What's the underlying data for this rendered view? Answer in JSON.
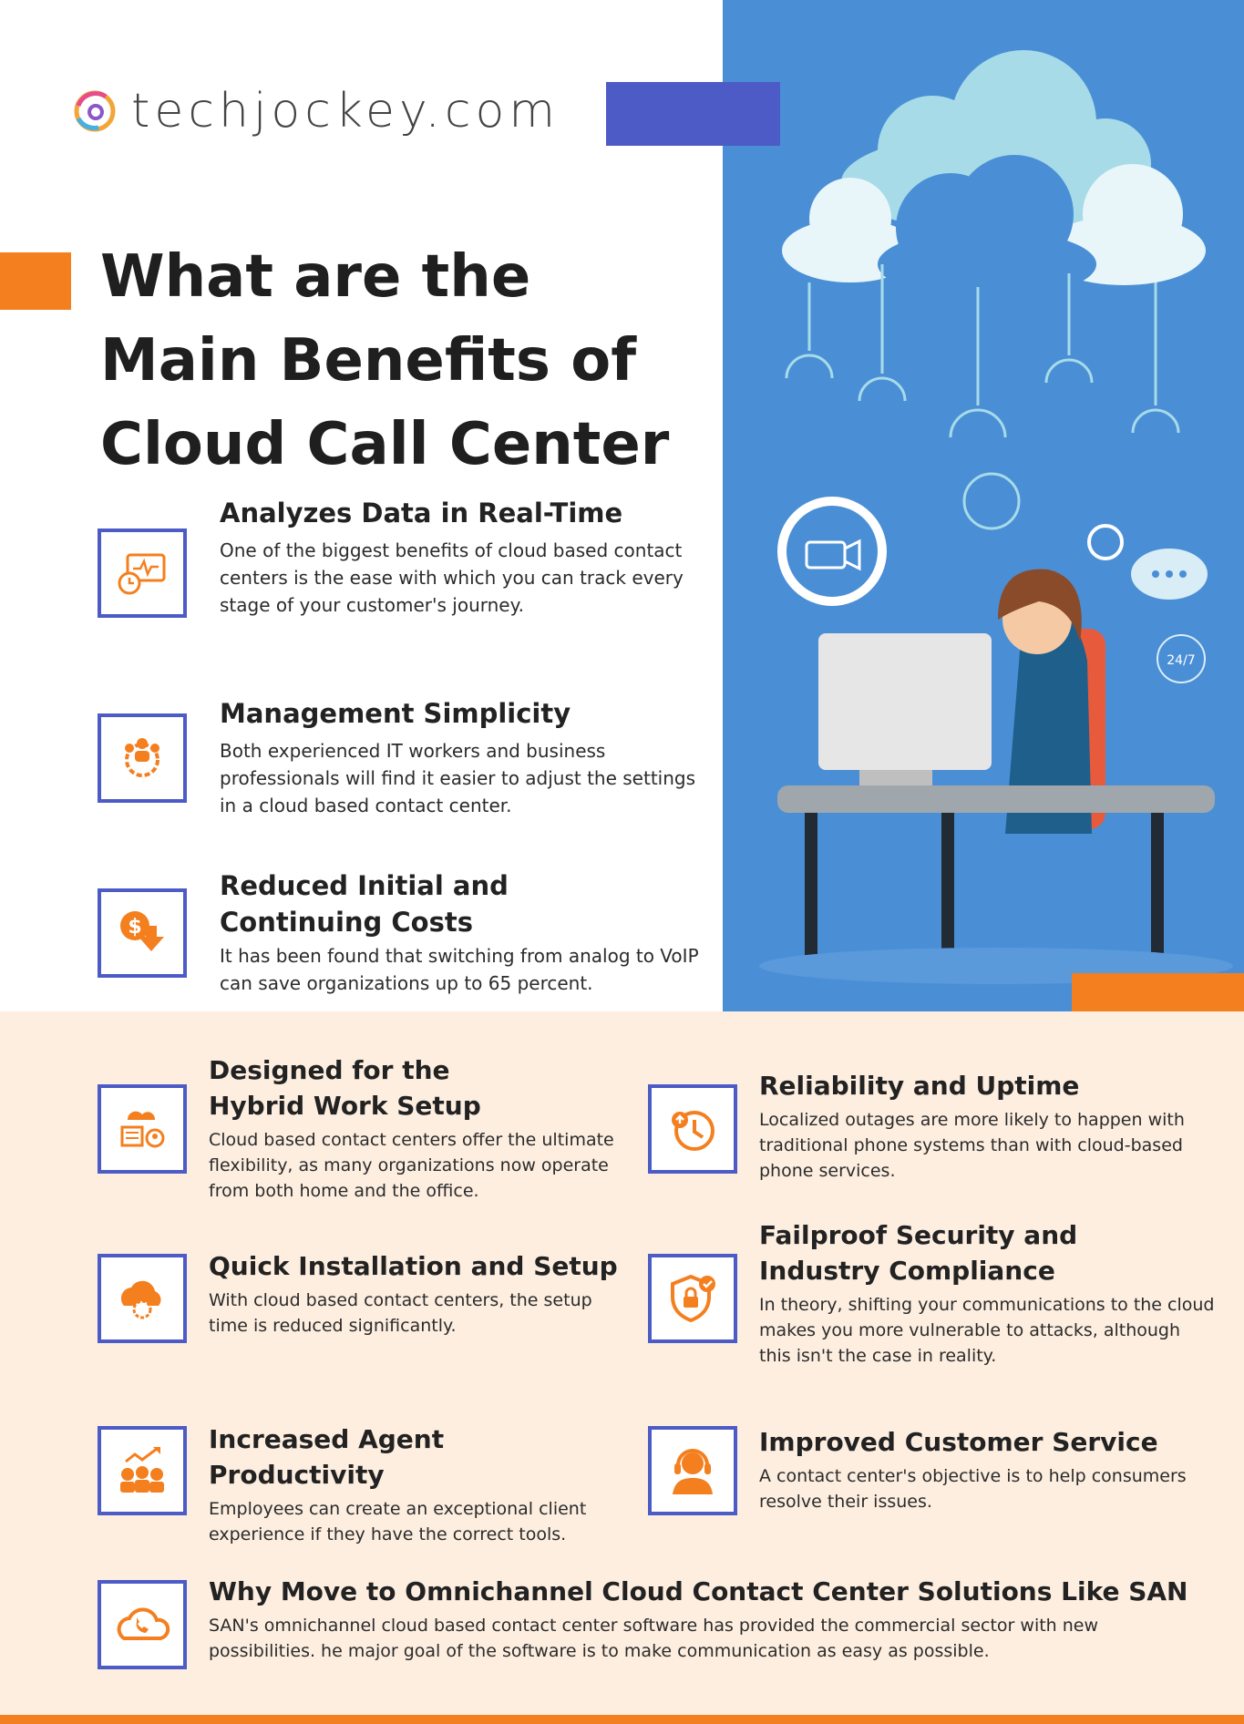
{
  "logo": {
    "text": "techjockey.com"
  },
  "title": "What are the Main Benefits of Cloud Call Center",
  "colors": {
    "accent_blue": "#4c5bc6",
    "accent_orange": "#f47f1f",
    "panel_blue": "#4a8fd6",
    "bottom_bg": "#fdeee0"
  },
  "benefits_top": [
    {
      "icon": "realtime-analytics-icon",
      "title": "Analyzes Data in Real-Time",
      "text": "One of the biggest benefits of cloud based contact centers is the ease with which you can track every stage of your customer's journey."
    },
    {
      "icon": "team-gear-icon",
      "title": "Management Simplicity",
      "text": "Both experienced IT workers and business professionals will find it easier to adjust the settings in a cloud based contact center."
    },
    {
      "icon": "dollar-down-icon",
      "title": "Reduced Initial and Continuing Costs",
      "text": "It has been found that switching from analog to VoIP can save organizations up to 65 percent."
    }
  ],
  "benefits_left": [
    {
      "icon": "hybrid-work-icon",
      "title": "Designed for the Hybrid Work Setup",
      "text": "Cloud based contact centers offer the ultimate flexibility, as many organizations now operate from both home and the office."
    },
    {
      "icon": "cloud-gear-icon",
      "title": "Quick Installation and Setup",
      "text": "With cloud based contact centers, the setup time is reduced significantly."
    },
    {
      "icon": "productivity-icon",
      "title": "Increased Agent Productivity",
      "text": "Employees can create an exceptional client experience if they have the correct tools."
    }
  ],
  "benefits_right": [
    {
      "icon": "clock-uptime-icon",
      "title": "Reliability and Uptime",
      "text": "Localized outages are more likely to happen with traditional phone systems than with cloud-based phone services."
    },
    {
      "icon": "shield-lock-icon",
      "title": "Failproof Security and Industry Compliance",
      "text": "In theory, shifting your communications to the cloud makes you more vulnerable to attacks, although this isn't the case in reality."
    },
    {
      "icon": "headset-agent-icon",
      "title": "Improved Customer Service",
      "text": "A contact center's objective is to help consumers resolve their issues."
    }
  ],
  "benefit_final": {
    "icon": "cloud-phone-icon",
    "title": "Why Move to Omnichannel Cloud Contact Center Solutions Like SAN",
    "text": "SAN's omnichannel cloud based contact center software has provided the commercial sector with new possibilities. he major goal of the software is to make communication as easy as possible."
  },
  "illustration": {
    "badge": "24/7"
  }
}
